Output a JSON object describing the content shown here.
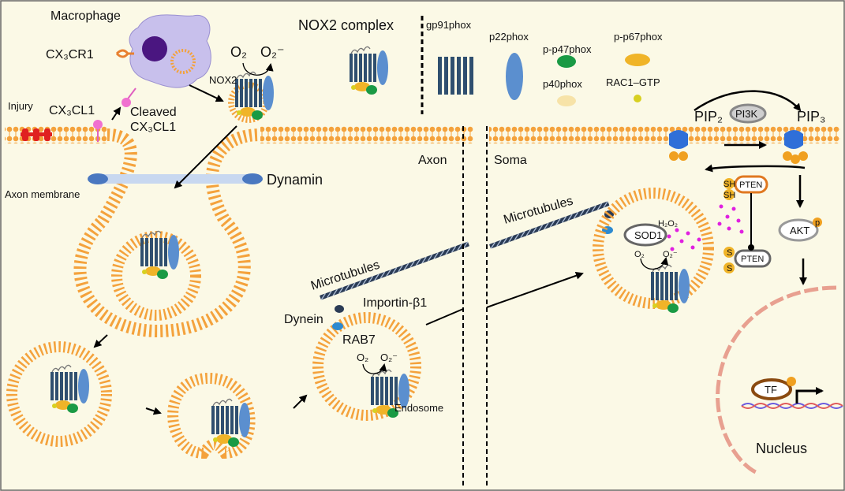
{
  "labels": {
    "macrophage": "Macrophage",
    "cx3cr1": "CX₃CR1",
    "injury": "Injury",
    "cx3cl1": "CX₃CL1",
    "cleaved_1": "Cleaved",
    "cleaved_2": "CX₃CL1",
    "nox2": "NOX2",
    "o2_top": "O₂",
    "o2minus_top": "O₂⁻",
    "nox2_complex": "NOX2 complex",
    "gp91phox": "gp91phox",
    "p22phox": "p22phox",
    "p_p47phox": "p-p47phox",
    "p_p67phox": "p-p67phox",
    "p40phox": "p40phox",
    "rac1_gtp": "RAC1–GTP",
    "axon_membrane": "Axon membrane",
    "dynamin": "Dynamin",
    "axon": "Axon",
    "soma": "Soma",
    "microtubules_left": "Microtubules",
    "microtubules_right": "Microtubules",
    "dynein": "Dynein",
    "importin": "Importin-β1",
    "rab7": "RAB7",
    "o2_endo": "O₂",
    "o2minus_endo": "O₂⁻",
    "endosome": "Endosome",
    "sod1": "SOD1",
    "h2o2": "H₂O₂",
    "o2_sod": "O₂",
    "o2minus_sod": "O₂⁻",
    "pip2": "PIP₂",
    "pi3k": "PI3K",
    "pip3": "PIP₃",
    "sh1": "SH",
    "sh2": "SH",
    "pten_top": "PTEN",
    "s1": "S",
    "s2": "S",
    "pten_bottom": "PTEN",
    "akt": "AKT",
    "p": "p",
    "tf": "TF",
    "nucleus": "Nucleus"
  },
  "colors": {
    "background": "#fbf9e6",
    "membrane": "#f4a23c",
    "gp91phox": "#2f4f6f",
    "p22phox": "#5b8fcf",
    "p47phox": "#1a9a44",
    "p67phox": "#f0b428",
    "p40phox": "#f7e3a8",
    "rac1": "#d8d020",
    "macrophage": "#c8c0ec",
    "h2o2_dots": "#e020e0",
    "pip_receptor": "#2f6fd8",
    "phospho": "#f0a020",
    "nucleus": "#e8a090"
  }
}
